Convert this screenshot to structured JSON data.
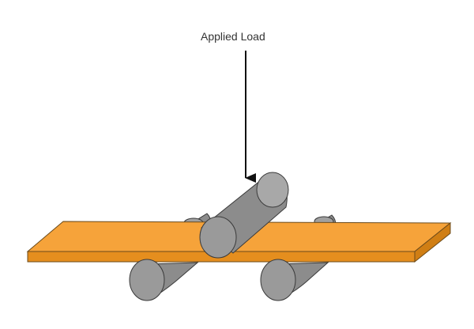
{
  "diagram": {
    "load_label": "Applied Load",
    "colors": {
      "beam_top": "#F6A33A",
      "beam_front": "#E58E1E",
      "beam_side": "#D07E14",
      "beam_outline": "#6B4A1A",
      "roller_body": "#8C8C8C",
      "roller_end": "#A8A8A8",
      "roller_outline": "#3A3A3A",
      "arrow": "#111111"
    },
    "components": [
      "applied-load-arrow",
      "load-roller",
      "specimen-beam",
      "support-roller-left",
      "support-roller-right"
    ]
  }
}
